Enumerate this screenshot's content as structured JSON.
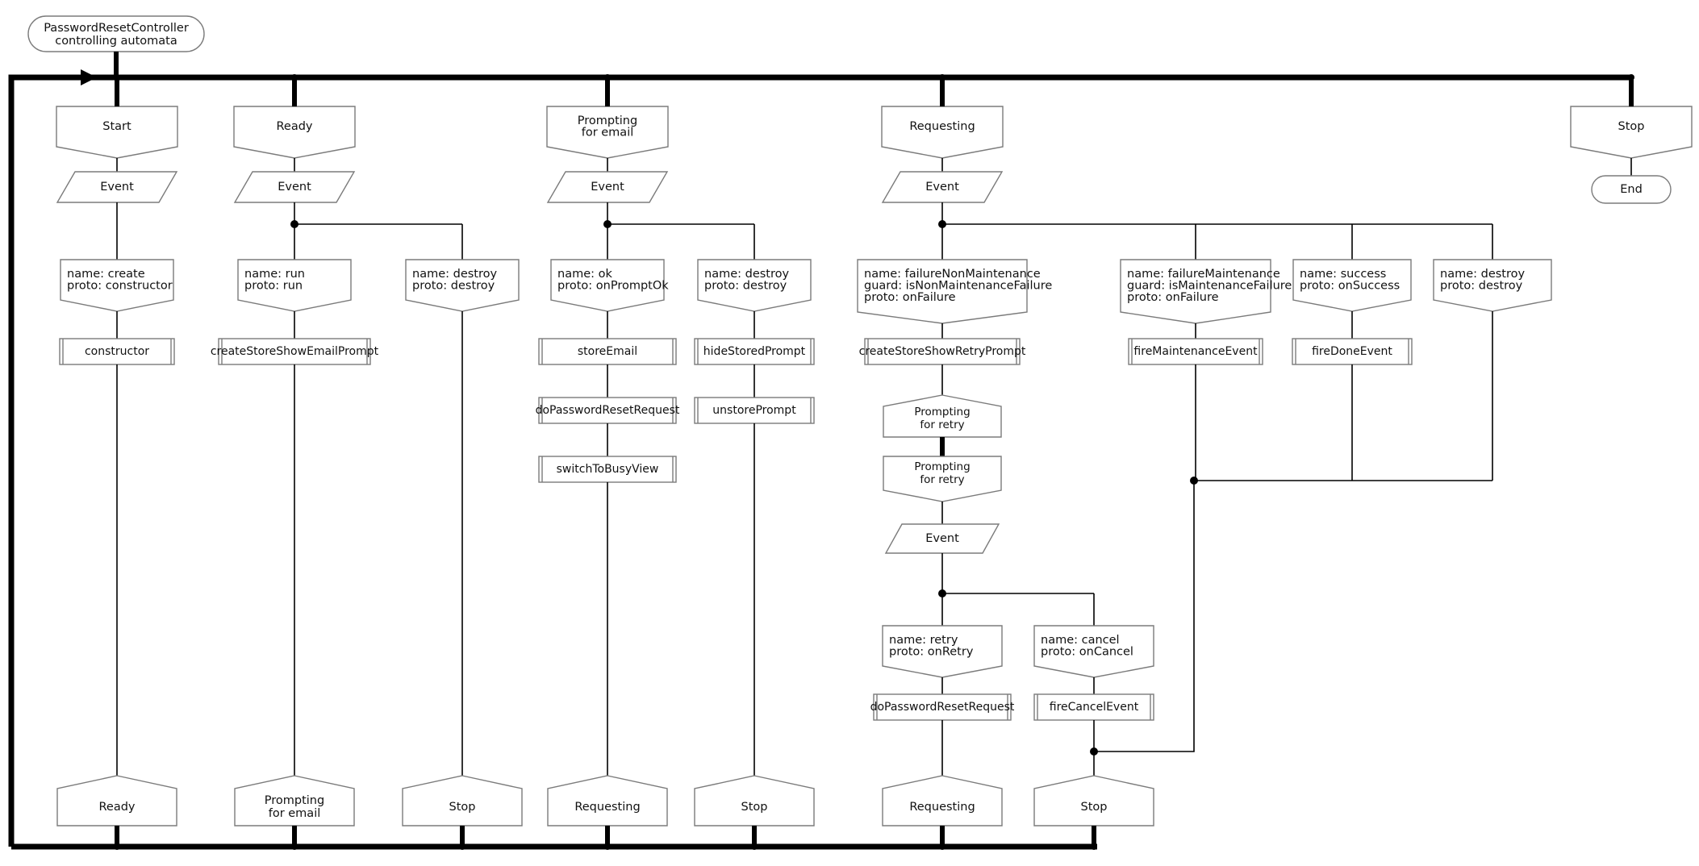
{
  "diagram": {
    "title": "PasswordResetController\ncontrolling automata",
    "title_line1": "PasswordResetController",
    "title_line2": "controlling automata",
    "end_label": "End",
    "event_label": "Event",
    "colors": {
      "node_stroke": "#7b7b7b",
      "bus": "#000000",
      "text": "#111111",
      "background": "#ffffff"
    }
  },
  "states": {
    "start": "Start",
    "ready": "Ready",
    "prompting_for_email_l1": "Prompting",
    "prompting_for_email_l2": "for email",
    "requesting": "Requesting",
    "stop": "Stop",
    "prompting_for_retry_l1": "Prompting",
    "prompting_for_retry_l2": "for retry"
  },
  "columns": [
    {
      "id": "start",
      "state": "Start",
      "event": "Event",
      "transitions": [
        {
          "id": "create",
          "lines": [
            "name: create",
            "proto: constructor"
          ],
          "actions": [
            "constructor"
          ],
          "target": [
            "Ready"
          ]
        }
      ]
    },
    {
      "id": "ready",
      "state": "Ready",
      "event": "Event",
      "transitions": [
        {
          "id": "run",
          "lines": [
            "name: run",
            "proto: run"
          ],
          "actions": [
            "createStoreShowEmailPrompt"
          ],
          "target": [
            "Prompting",
            "for email"
          ]
        },
        {
          "id": "destroy-ready",
          "lines": [
            "name: destroy",
            "proto: destroy"
          ],
          "actions": [],
          "target": [
            "Stop"
          ]
        }
      ]
    },
    {
      "id": "prompting-for-email",
      "state_lines": [
        "Prompting",
        "for email"
      ],
      "event": "Event",
      "transitions": [
        {
          "id": "ok",
          "lines": [
            "name: ok",
            "proto: onPromptOk"
          ],
          "actions": [
            "storeEmail",
            "doPasswordResetRequest",
            "switchToBusyView"
          ],
          "target": [
            "Requesting"
          ]
        },
        {
          "id": "destroy-prompting",
          "lines": [
            "name: destroy",
            "proto: destroy"
          ],
          "actions": [
            "hideStoredPrompt",
            "unstorePrompt"
          ],
          "target": [
            "Stop"
          ]
        }
      ]
    },
    {
      "id": "requesting",
      "state": "Requesting",
      "event": "Event",
      "transitions": [
        {
          "id": "failureNonMaintenance",
          "lines": [
            "name: failureNonMaintenance",
            "guard: isNonMaintenanceFailure",
            "proto: onFailure"
          ],
          "actions": [
            "createStoreShowRetryPrompt"
          ],
          "nested_state_in": [
            "Prompting",
            "for retry"
          ],
          "nested_state_out": [
            "Prompting",
            "for retry"
          ],
          "nested_event": "Event",
          "nested_transitions": [
            {
              "id": "retry",
              "lines": [
                "name: retry",
                "proto: onRetry"
              ],
              "actions": [
                "doPasswordResetRequest"
              ],
              "target": [
                "Requesting"
              ]
            },
            {
              "id": "cancel",
              "lines": [
                "name: cancel",
                "proto: onCancel"
              ],
              "actions": [
                "fireCancelEvent"
              ],
              "target": [
                "Stop"
              ]
            }
          ]
        },
        {
          "id": "failureMaintenance",
          "lines": [
            "name: failureMaintenance",
            "guard: isMaintenanceFailure",
            "proto: onFailure"
          ],
          "actions": [
            "fireMaintenanceEvent"
          ],
          "target": []
        },
        {
          "id": "success",
          "lines": [
            "name: success",
            "proto: onSuccess"
          ],
          "actions": [
            "fireDoneEvent"
          ],
          "target": []
        },
        {
          "id": "destroy-requesting",
          "lines": [
            "name: destroy",
            "proto: destroy"
          ],
          "actions": [],
          "target": []
        }
      ]
    },
    {
      "id": "stop",
      "state": "Stop",
      "end": "End"
    }
  ],
  "bottom_targets": [
    {
      "id": "t-ready",
      "lines": [
        "Ready"
      ]
    },
    {
      "id": "t-prompting-email",
      "lines": [
        "Prompting",
        "for email"
      ]
    },
    {
      "id": "t-stop-1",
      "lines": [
        "Stop"
      ]
    },
    {
      "id": "t-requesting-1",
      "lines": [
        "Requesting"
      ]
    },
    {
      "id": "t-stop-2",
      "lines": [
        "Stop"
      ]
    },
    {
      "id": "t-requesting-2",
      "lines": [
        "Requesting"
      ]
    },
    {
      "id": "t-stop-3",
      "lines": [
        "Stop"
      ]
    }
  ]
}
